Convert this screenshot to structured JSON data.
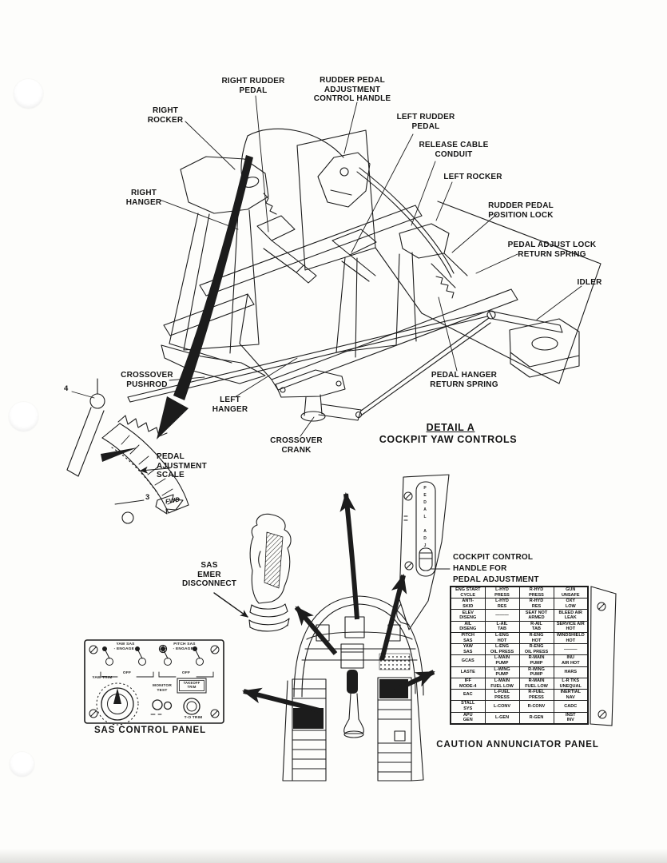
{
  "colors": {
    "ink": "#1c1c1c",
    "paper": "#fdfdfb"
  },
  "detail": {
    "title": "DETAIL A",
    "subtitle": "COCKPIT YAW CONTROLS"
  },
  "callouts": {
    "right_rudder_pedal": "RIGHT RUDDER\nPEDAL",
    "rudder_pedal_adjustment_control_handle": "RUDDER PEDAL\nADJUSTMENT\nCONTROL HANDLE",
    "right_rocker": "RIGHT\nROCKER",
    "left_rudder_pedal": "LEFT RUDDER\nPEDAL",
    "release_cable_conduit": "RELEASE CABLE\nCONDUIT",
    "left_rocker": "LEFT ROCKER",
    "right_hanger": "RIGHT\nHANGER",
    "rudder_pedal_position_lock": "RUDDER PEDAL\nPOSITION LOCK",
    "pedal_adjust_lock_return_spring": "PEDAL ADJUST LOCK\nRETURN SPRING",
    "idler": "IDLER",
    "crossover_pushrod": "CROSSOVER\nPUSHROD",
    "left_hanger": "LEFT\nHANGER",
    "pedal_hanger_return_spring": "PEDAL HANGER\nRETURN SPRING",
    "crossover_crank": "CROSSOVER\nCRANK",
    "pedal_adjustment_scale": "PEDAL\nAJUSTMENT\nSCALE",
    "sas_emer_disconnect": "SAS\nEMER\nDISCONNECT",
    "callout_4": "4",
    "callout_3": "3",
    "fwd": "FWD"
  },
  "cockpit_handle_label": {
    "line1": "COCKPIT CONTROL",
    "line2": "HANDLE FOR",
    "line3": "PEDAL ADJUSTMENT"
  },
  "placards": {
    "pedal_adj": "PEDAL ADJ"
  },
  "sas_panel": {
    "caption": "SAS CONTROL PANEL",
    "yaw_sas_engage": "YAW SAS\n- ENGAGE -",
    "pitch_sas_engage": "PITCH SAS\n- ENGAGE -",
    "off_left": "OFF",
    "off_right": "OFF",
    "yaw_trim": "YAW TRIM",
    "monitor_test": "MONITOR\nTEST",
    "takeoff_trim": "TAKEOFF\nTRIM",
    "to_trim": "T-O TRIM"
  },
  "caution_panel": {
    "caption": "CAUTION ANNUNCIATOR PANEL",
    "rows": [
      [
        "ENG START\nCYCLE",
        "L-HYD\nPRESS",
        "R-HYD\nPRESS",
        "GUN\nUNSAFE"
      ],
      [
        "ANTI-\nSKID",
        "L-HYD\nRES",
        "R-HYD\nRES",
        "OXY\nLOW"
      ],
      [
        "ELEV\nDISENG",
        "———",
        "SEAT NOT\nARMED",
        "BLEED AIR\nLEAK"
      ],
      [
        "AIL\nDISENG",
        "L-AIL\nTAB",
        "R-AIL\nTAB",
        "SERVICE AIR\nHOT"
      ],
      [
        "PITCH\nSAS",
        "L-ENG\nHOT",
        "R-ENG\nHOT",
        "WINDSHIELD\nHOT"
      ],
      [
        "YAW\nSAS",
        "L-ENG\nOIL PRESS",
        "R-ENG\nOIL PRESS",
        "———"
      ],
      [
        "GCAS",
        "L-MAIN\nPUMP",
        "R-MAIN\nPUMP",
        "INU\nAIR HOT"
      ],
      [
        "LASTE",
        "L-WING\nPUMP",
        "R-WING\nPUMP",
        "HARS"
      ],
      [
        "IFF\nMODE-4",
        "L-MAIN\nFUEL LOW",
        "R-MAIN\nFUEL LOW",
        "L-R TKS\nUNEQUAL"
      ],
      [
        "EAC",
        "L-FUEL\nPRESS",
        "R-FUEL\nPRESS",
        "INERTIAL\nNAV"
      ],
      [
        "STALL\nSYS",
        "L-CONV",
        "R-CONV",
        "CADC"
      ],
      [
        "APU\nGEN",
        "L-GEN",
        "R-GEN",
        "INST\nINV"
      ]
    ]
  }
}
